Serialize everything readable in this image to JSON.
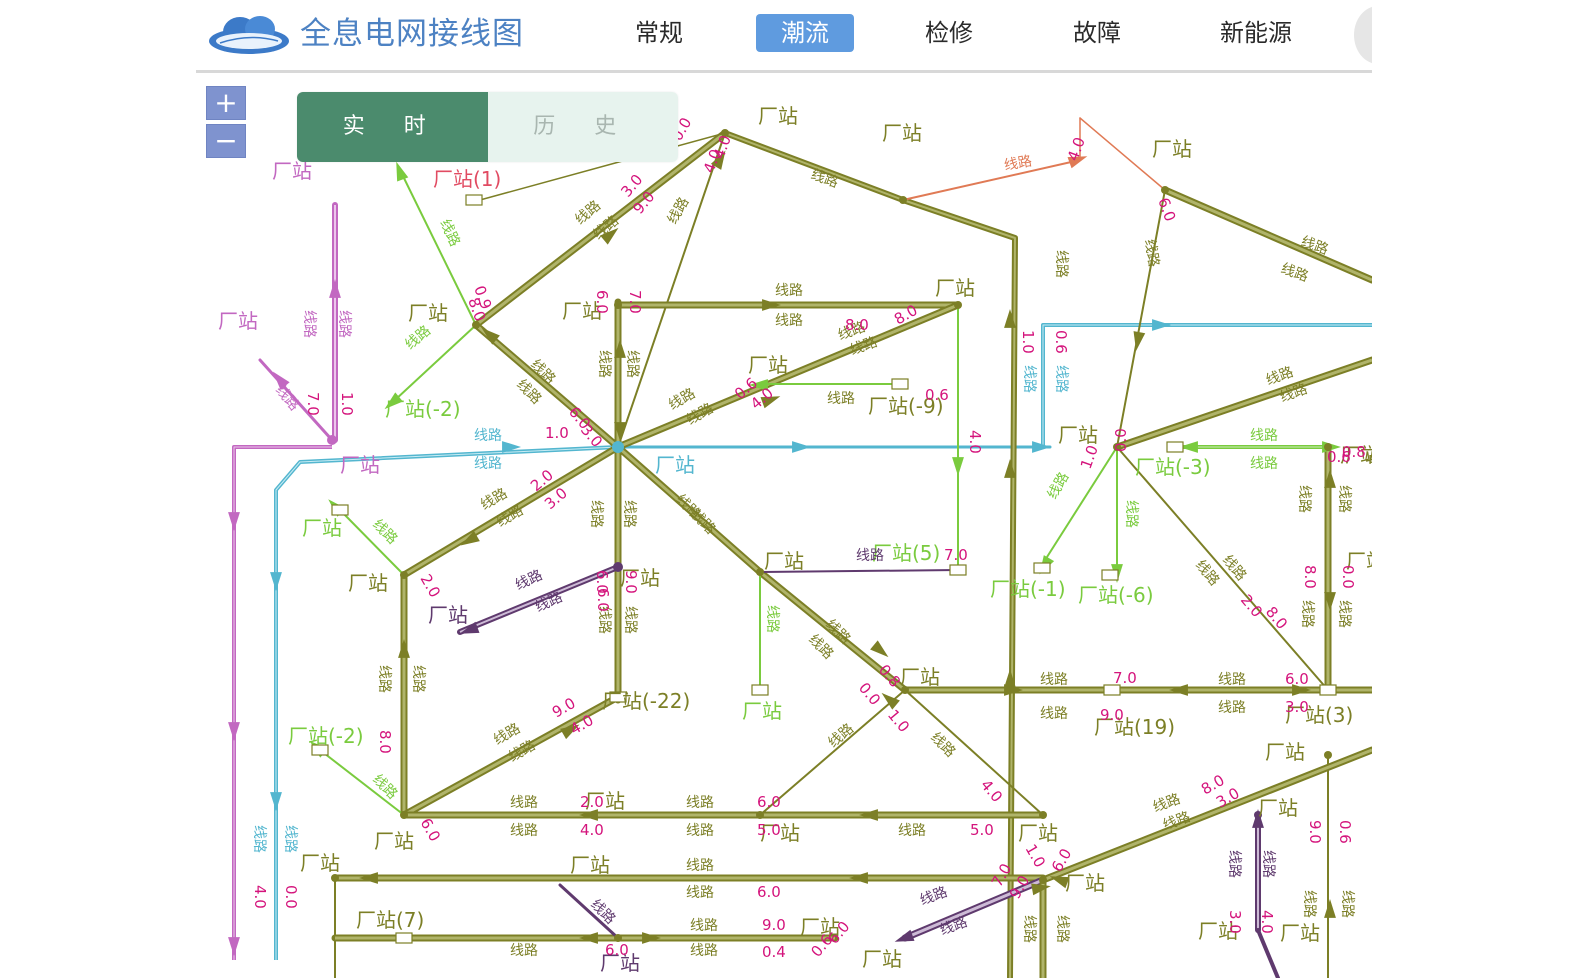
{
  "app_title": "全息电网接线图",
  "nav": [
    "常规",
    "潮流",
    "检修",
    "故障",
    "新能源"
  ],
  "active_nav": "潮流",
  "zoom": {
    "in": "+",
    "out": "−"
  },
  "mode_toggle": {
    "realtime": "实 时",
    "history": "历 史",
    "active": "realtime"
  },
  "colors": {
    "olive": "#7c7f26",
    "olive_light": "#b0b46a",
    "green": "#7acb3e",
    "pink": "#c268c1",
    "cyan": "#53b6cf",
    "purple": "#5f3a6e",
    "orange": "#e07a55",
    "magenta": "#d4147c",
    "red_label": "#e14b62",
    "brand": "#4d82c3",
    "active_tab": "#5f9bdf",
    "toggle_active": "#4b8b6d"
  },
  "icons": [
    "cloud-logo-icon",
    "zoom-in-icon",
    "zoom-out-icon",
    "arrow-icon"
  ],
  "map": {
    "station_labels": [
      {
        "text": "厂站",
        "color": "olive"
      },
      {
        "text": "厂站",
        "color": "olive"
      },
      {
        "text": "厂站",
        "color": "olive"
      },
      {
        "text": "厂站",
        "color": "pink"
      },
      {
        "text": "厂站(1)",
        "color": "red_label"
      },
      {
        "text": "厂站",
        "color": "pink"
      },
      {
        "text": "厂站",
        "color": "olive"
      },
      {
        "text": "厂站",
        "color": "olive"
      },
      {
        "text": "厂站",
        "color": "olive"
      },
      {
        "text": "厂站",
        "color": "olive"
      },
      {
        "text": "厂站(-2)",
        "color": "green"
      },
      {
        "text": "厂站(-9)",
        "color": "olive"
      },
      {
        "text": "厂站",
        "color": "olive"
      },
      {
        "text": "厂站",
        "color": "pink"
      },
      {
        "text": "厂站",
        "color": "cyan"
      },
      {
        "text": "厂站(-3)",
        "color": "green"
      },
      {
        "text": "厂站",
        "color": "olive"
      },
      {
        "text": "厂站",
        "color": "green"
      },
      {
        "text": "厂站",
        "color": "olive"
      },
      {
        "text": "厂站(5)",
        "color": "green"
      },
      {
        "text": "厂站",
        "color": "olive"
      },
      {
        "text": "厂站",
        "color": "olive"
      },
      {
        "text": "厂站(-1)",
        "color": "green"
      },
      {
        "text": "厂站(-6)",
        "color": "green"
      },
      {
        "text": "厂站",
        "color": "purple"
      },
      {
        "text": "厂站",
        "color": "olive"
      },
      {
        "text": "厂站(-22)",
        "color": "olive"
      },
      {
        "text": "厂站",
        "color": "green"
      },
      {
        "text": "厂站(19)",
        "color": "olive"
      },
      {
        "text": "厂站(3)",
        "color": "olive"
      },
      {
        "text": "厂站(-2)",
        "color": "green"
      },
      {
        "text": "厂站",
        "color": "olive"
      },
      {
        "text": "厂站",
        "color": "olive"
      },
      {
        "text": "厂站",
        "color": "olive"
      },
      {
        "text": "厂站",
        "color": "olive"
      },
      {
        "text": "厂站",
        "color": "olive"
      },
      {
        "text": "厂站",
        "color": "olive"
      },
      {
        "text": "厂站",
        "color": "olive"
      },
      {
        "text": "厂站",
        "color": "olive"
      },
      {
        "text": "厂站",
        "color": "olive"
      },
      {
        "text": "厂站",
        "color": "olive"
      },
      {
        "text": "厂站(7)",
        "color": "olive"
      },
      {
        "text": "厂站",
        "color": "olive"
      },
      {
        "text": "厂站",
        "color": "olive"
      },
      {
        "text": "厂站",
        "color": "purple"
      },
      {
        "text": "厂站",
        "color": "olive"
      },
      {
        "text": "厂站",
        "color": "olive"
      },
      {
        "text": "厂站",
        "color": "olive"
      }
    ],
    "line_label": "线路",
    "flow_values": [
      "4.0",
      "4.0",
      "0.0",
      "3.0",
      "9.0",
      "4.0",
      "6.0",
      "8.0",
      "0.9",
      "7.0",
      "1.0",
      "6.0",
      "7.0",
      "1.0",
      "0.6",
      "0.6",
      "4.0",
      "8.0",
      "8.0",
      "4.0",
      "0.6",
      "1.0",
      "6.0",
      "3.0",
      "2.0",
      "3.0",
      "1.0",
      "0.0",
      "0.8",
      "0.6",
      "8.0",
      "0.0",
      "6.0",
      "9.0",
      "7.0",
      "6.0",
      "0.8",
      "0.0",
      "1.0",
      "7.0",
      "9.0",
      "2.0",
      "8.0",
      "6.0",
      "3.0",
      "2.0",
      "9.0",
      "4.0",
      "4.0",
      "8.0",
      "3.0",
      "8.0",
      "6.0",
      "2.0",
      "4.0",
      "6.0",
      "5.0",
      "5.0",
      "9.0",
      "0.6",
      "6.0",
      "9.0",
      "0.4",
      "6.0",
      "7.0",
      "9.0",
      "1.0",
      "6.0",
      "0.6",
      "6.0",
      "3.0"
    ]
  }
}
